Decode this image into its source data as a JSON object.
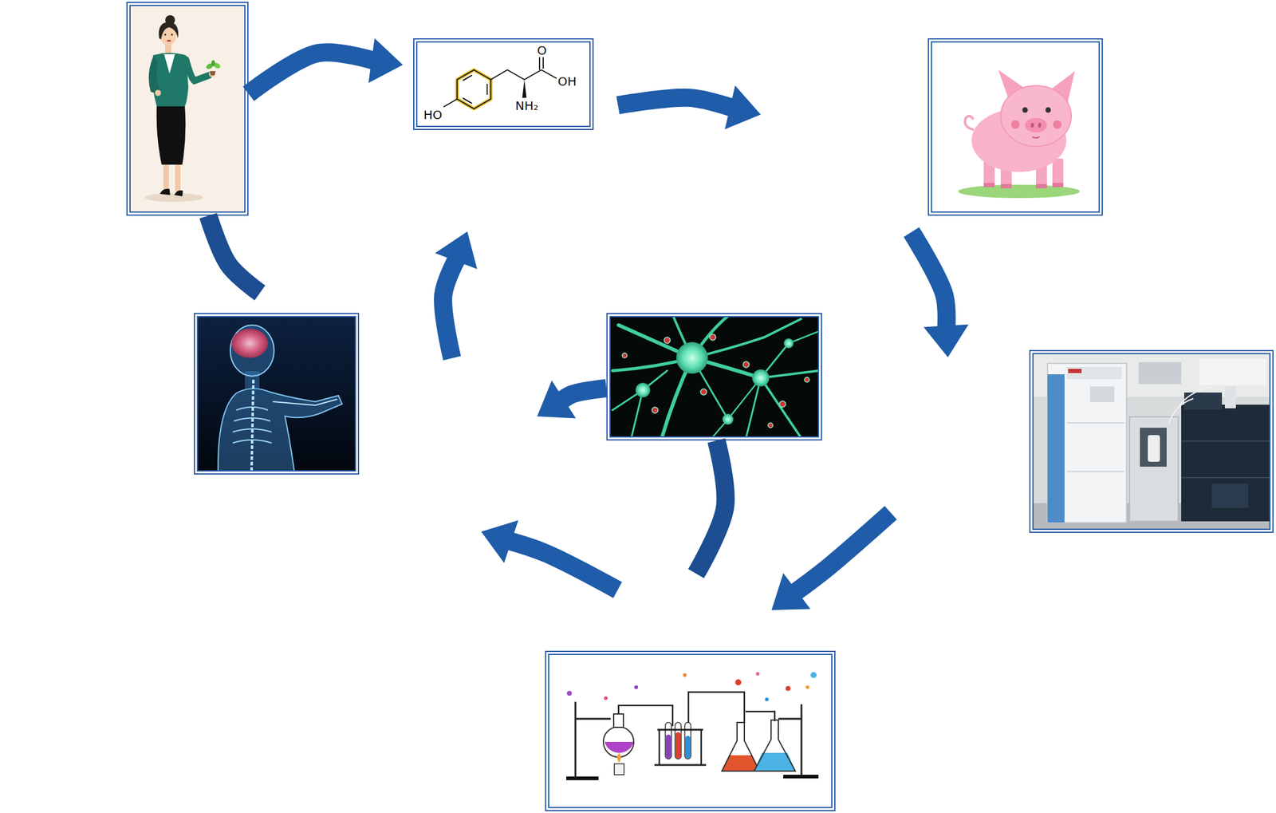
{
  "diagram": {
    "nodes": [
      {
        "text": []
      },
      {
        "text": [
          "O",
          "OH",
          "NH₂",
          "HO"
        ]
      },
      {
        "text": []
      },
      {
        "text": []
      },
      {
        "text": []
      },
      {
        "text": []
      },
      {
        "text": []
      }
    ],
    "edges": [
      {
        "from": 0,
        "to": 1,
        "arrow": "to"
      },
      {
        "from": 1,
        "to": 2,
        "arrow": "to"
      },
      {
        "from": 2,
        "to": 5,
        "arrow": "to"
      },
      {
        "from": 5,
        "to": 6,
        "arrow": "to"
      },
      {
        "from": 6,
        "to": 3,
        "arrow": "to"
      },
      {
        "from": 3,
        "to": 1,
        "arrow": "to"
      },
      {
        "from": 0,
        "to": 3,
        "arrow": "none"
      },
      {
        "from": 4,
        "to": 3,
        "arrow": "to"
      },
      {
        "from": 4,
        "to": 6,
        "arrow": "none"
      }
    ]
  }
}
